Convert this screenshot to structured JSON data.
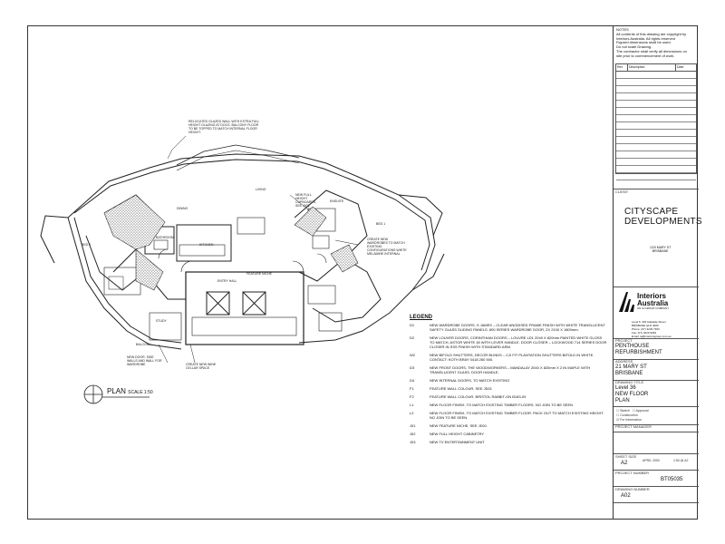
{
  "notes": [
    "NOTES",
    "All contents of this drawing are copyright by",
    "Interiors Australia. All rights reserved",
    "Figured dimensions shall be used.",
    "Do not scale Drawing.",
    "The contractor shall verify all dimensions on",
    "site prior to commencement of work."
  ],
  "revision_headers": [
    "Rev",
    "Description",
    "Date"
  ],
  "client_label": "CLIENT",
  "client": [
    "CITYSCAPE",
    "DEVELOPMENTS"
  ],
  "client_address": [
    "1/20 MARY ST",
    "BRISBANE"
  ],
  "company": {
    "name": [
      "Interiors",
      "Australia"
    ],
    "tagline": "AN IA GROUP COMPANY",
    "contact": [
      "Level 5, 303 Adelaide Street",
      "BRISBANE QLD 4000",
      "Phone: (07) 3229 7363",
      "Fax: (07) 3229 9269",
      "Email: ia@interiorsgroup.com.au"
    ]
  },
  "project_label": "PROJECT",
  "project": [
    "PENTHOUSE",
    "REFURBISHMENT"
  ],
  "address_label": "ADDRESS",
  "address": [
    "21 MARY ST",
    "BRISBANE"
  ],
  "drawing_title_label": "DRAWING TITLE",
  "drawing_title": [
    "Level 36",
    "NEW FLOOR",
    "PLAN"
  ],
  "status_options": [
    "Sketch",
    "Approval",
    "Construction",
    "For Information"
  ],
  "project_manager_label": "PROJECT MANAGER",
  "size_label": "SHEET SIZE",
  "size": "A2",
  "scale": "1:50 @ A2",
  "date": "APRIL 2000",
  "project_number_label": "PROJECT NUMBER",
  "project_number": "BT05035",
  "drawing_number_label": "DRAWING NUMBER",
  "drawing_number": "A02",
  "plan": {
    "title": "PLAN",
    "scale": "SCALE 1:50"
  },
  "room_labels": {
    "living": "LIVING",
    "dining": "DINING",
    "kitchen": "KITCHEN",
    "bathroom": "BATHROOM",
    "ensuite": "ENSUITE",
    "bed2": "BED 2",
    "bed1": "BED 1",
    "entry_hall": "ENTRY HALL",
    "balcony": "BALCONY",
    "study": "STUDY",
    "feature_niche": "FEATURE NICHE"
  },
  "plan_notes": {
    "glazed_wall": "RELOCATED GLAZED WALL WITH EXTRA FULL HEIGHT GLAZING AT DOCS. BALCONY FLOOR TO BE TOPPED TO MATCH INTERNAL FLOOR HEIGHT.",
    "new_full_height": "NEW FULL HEIGHT CUPBOARDS, SEE J001",
    "create_wardrobes": "CREATE NEW WARDROBES TO MATCH EXISTING CONFIGURATIONS WHITE MELAMINE INTERNAL",
    "new_door": "NEW DOOR, SIDE WALLS AND WALL FOR WARDROBE",
    "wine_cellar": "CREATE NEW WINE CELLAR SPACE"
  },
  "legend_title": "LEGEND",
  "legend": [
    {
      "code": "D1",
      "desc": "NEW WARDROBE DOORS, S JAMES – CLEAR ANODISED FRAME FINISH WITH WHITE TRANSLUCENT SAFETY GLASS SLIDING PANELS. 800 SERIES WARDROBE DOOR, 2X 2100 X 1800mm."
    },
    {
      "code": "D2",
      "desc": "NEW LOUVER DOORS, CORINTHIAN DOORS – LOUVRE LD1 2040 X 820mm PAINTED WHITE GLOSS TO MATCH, ASTOR WHITE 45 WITH LEVER HANDLE. DOOR CLOSER – LOCKWOOD 714 SERIES DOOR CLOSER IN SSS FINISH WITH STANDARD ARM."
    },
    {
      "code": "W2",
      "desc": "NEW BIFOLD SHUTTERS, DECOR BLINDS – CJI FIT PLANTATION SHUTTERS BIFOLD IN WHITE. CONTACT: KOTH BRAY 0418 260 500."
    },
    {
      "code": "D3",
      "desc": "NEW FRONT DOORS, THE WOODWORKERS – MANDALAY 2040 X 820mm X 2 IN MAPLE WITH TRANSLUCENT GLASS. DOOR HANDLE."
    },
    {
      "code": "D4",
      "desc": "NEW INTERNAL DOORS, TO MATCH EXISTING"
    },
    {
      "code": "F1",
      "desc": "FEATURE WALL COLOUR, SEE JD01"
    },
    {
      "code": "F2",
      "desc": "FEATURE WALL COLOUR, BRISTOL RABBIT-ON B183-09"
    },
    {
      "code": "L1",
      "desc": "NEW FLOOR FINISH, TO MATCH EXISTING TIMBER FLOORS. NO JOIN TO BE SEEN"
    },
    {
      "code": "L2",
      "desc": "NEW FLOOR FINISH, TO MATCH EXISTING TIMBER FLOOR. PACK OUT TO MATCH EXISTING HEIGHT. NO JOIN TO BE SEEN."
    },
    {
      "code": "J01",
      "desc": "NEW FEATURE NICHE, SEE JD01"
    },
    {
      "code": "J02",
      "desc": "NEW FULL HEIGHT CABINETRY"
    },
    {
      "code": "J03",
      "desc": "NEW TV ENTERTAINMENT UNIT"
    }
  ]
}
